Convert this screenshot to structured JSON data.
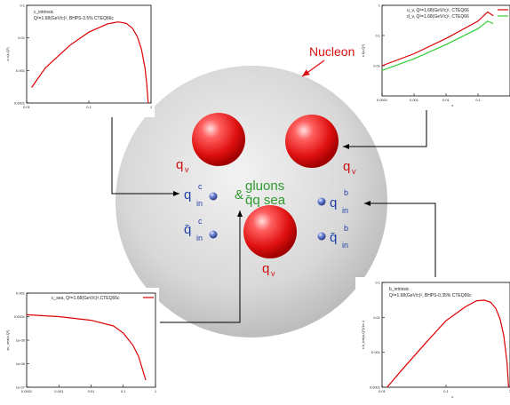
{
  "nucleon_label": "Nucleon",
  "valence_label": "q",
  "valence_sub": "v",
  "gluons": {
    "amp": "&",
    "line1": "gluons",
    "line2": "q̄q sea"
  },
  "quarks": {
    "c": {
      "name": "q",
      "sup": "c",
      "sub": "in"
    },
    "cbar": {
      "name": "q̄",
      "sup": "c",
      "sub": "in"
    },
    "b": {
      "name": "q",
      "sup": "b",
      "sub": "in"
    },
    "bbar": {
      "name": "q̄",
      "sup": "b",
      "sub": "in"
    }
  },
  "colors": {
    "valence": "#ee2222",
    "sea_quark": "#3355bb",
    "gluon_text": "#2e9a2e",
    "label_red": "#dd1111",
    "nucleon_fill": "#d6d6d6"
  },
  "chart_data": [
    {
      "type": "line",
      "id": "top-left",
      "title_lines": [
        "c_intrinsic",
        "Q²=1.68(GeV/c)², BHPS-3.5% CTEQ66c"
      ],
      "ylabel": "x c(x,Q²)",
      "xscale": "log",
      "yscale": "log",
      "xlim": [
        0.01,
        1
      ],
      "ylim": [
        0.0001,
        0.1
      ],
      "xticks": [
        "0.01",
        "0.1",
        "1"
      ],
      "yticks": [
        "0.0001",
        "0.001",
        "0.01",
        "0.1"
      ],
      "series": [
        {
          "color": "#dd0000",
          "x": [
            0.012,
            0.02,
            0.05,
            0.1,
            0.2,
            0.3,
            0.4,
            0.5,
            0.6,
            0.7,
            0.8,
            0.85,
            0.9
          ],
          "y": [
            0.0003,
            0.0012,
            0.006,
            0.015,
            0.027,
            0.031,
            0.028,
            0.02,
            0.011,
            0.0045,
            0.0012,
            0.0004,
            0.0001
          ]
        }
      ]
    },
    {
      "type": "line",
      "id": "top-right",
      "legend": [
        "u_v, Q²=1.68(GeV/c)², CTEQ66",
        "d_v, Q²=1.68(GeV/c)², CTEQ66"
      ],
      "ylabel": "x f(x,Q²)",
      "xlabel": "x",
      "xscale": "log",
      "yscale": "log",
      "xlim": [
        0.0001,
        1
      ],
      "ylim": [
        0.001,
        1
      ],
      "xticks": [
        "0.0001",
        "0.001",
        "0.01",
        "0.1"
      ],
      "yticks": [
        "0.01",
        "0.1",
        "1"
      ],
      "series": [
        {
          "color": "#dd0000",
          "x": [
            0.0001,
            0.001,
            0.01,
            0.1,
            0.2,
            0.3
          ],
          "y": [
            0.01,
            0.025,
            0.08,
            0.3,
            0.6,
            0.45
          ]
        },
        {
          "color": "#33cc33",
          "x": [
            0.0001,
            0.001,
            0.01,
            0.1,
            0.2,
            0.3
          ],
          "y": [
            0.007,
            0.017,
            0.05,
            0.17,
            0.3,
            0.25
          ]
        }
      ]
    },
    {
      "type": "line",
      "id": "bottom-left",
      "legend": [
        "c_sea, Q²=1.68(GeV/c)²,CTEQ66c"
      ],
      "ylabel": "xc_sea(x,Q²)",
      "xscale": "log",
      "yscale": "log",
      "xlim": [
        0.0001,
        1
      ],
      "ylim": [
        1e-07,
        0.001
      ],
      "xticks": [
        "0.0001",
        "0.001",
        "0.01",
        "0.1",
        "1"
      ],
      "yticks": [
        "1e-07",
        "1e-06",
        "1e-05",
        "0.0001",
        "0.001"
      ],
      "series": [
        {
          "color": "#dd0000",
          "x": [
            0.0001,
            0.001,
            0.01,
            0.05,
            0.1,
            0.2,
            0.3,
            0.5
          ],
          "y": [
            0.00012,
            0.0001,
            7e-05,
            4e-05,
            2e-05,
            6e-06,
            2e-06,
            2e-07
          ]
        }
      ]
    },
    {
      "type": "line",
      "id": "bottom-right",
      "title_lines": [
        "b_intrinsic",
        "Q²=1.68(GeV/c)², BHPS-0.35% CTEQ66c"
      ],
      "ylabel": "x b_intr(x,Q²)/1e-1",
      "xlabel": "x",
      "xscale": "log",
      "yscale": "log",
      "xlim": [
        0.01,
        1
      ],
      "ylim": [
        0.0001,
        0.1
      ],
      "xticks": [
        "0.01",
        "0.1",
        "1"
      ],
      "yticks": [
        "0.0001",
        "0.001",
        "0.01",
        "0.1"
      ],
      "series": [
        {
          "color": "#dd0000",
          "x": [
            0.012,
            0.02,
            0.05,
            0.1,
            0.2,
            0.3,
            0.4,
            0.5,
            0.6,
            0.7,
            0.8,
            0.9,
            0.95
          ],
          "y": [
            0.0001,
            0.0003,
            0.002,
            0.008,
            0.02,
            0.03,
            0.031,
            0.027,
            0.018,
            0.009,
            0.003,
            0.0005,
            0.0001
          ]
        }
      ]
    }
  ]
}
